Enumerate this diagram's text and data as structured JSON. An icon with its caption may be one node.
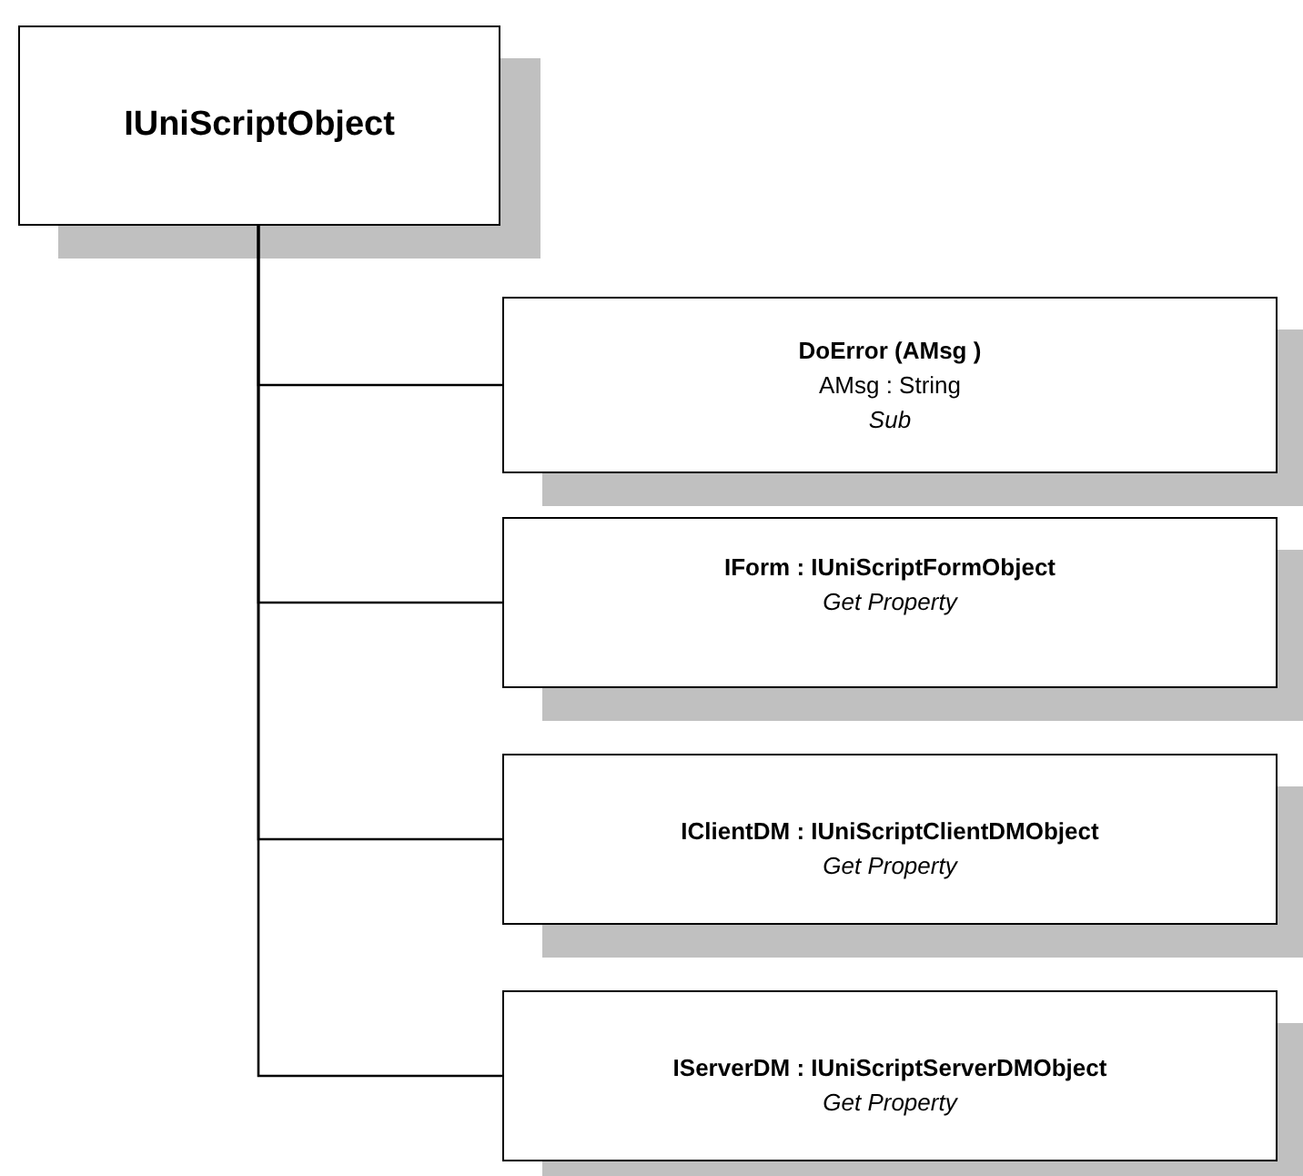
{
  "diagram": {
    "nodes": [
      {
        "text": [
          "IUniScriptObject"
        ]
      },
      {
        "text": [
          "DoError (AMsg )",
          "AMsg : String",
          "Sub"
        ]
      },
      {
        "text": [
          "IForm : IUniScriptFormObject",
          "Get Property"
        ]
      },
      {
        "text": [
          "IClientDM : IUniScriptClientDMObject",
          "Get Property"
        ]
      },
      {
        "text": [
          "IServerDM : IUniScriptServerDMObject",
          "Get Property"
        ]
      }
    ],
    "edges": [
      {
        "from": 0,
        "to": 1,
        "arrow": "none"
      },
      {
        "from": 0,
        "to": 2,
        "arrow": "none"
      },
      {
        "from": 0,
        "to": 3,
        "arrow": "none"
      },
      {
        "from": 0,
        "to": 4,
        "arrow": "none"
      }
    ]
  }
}
